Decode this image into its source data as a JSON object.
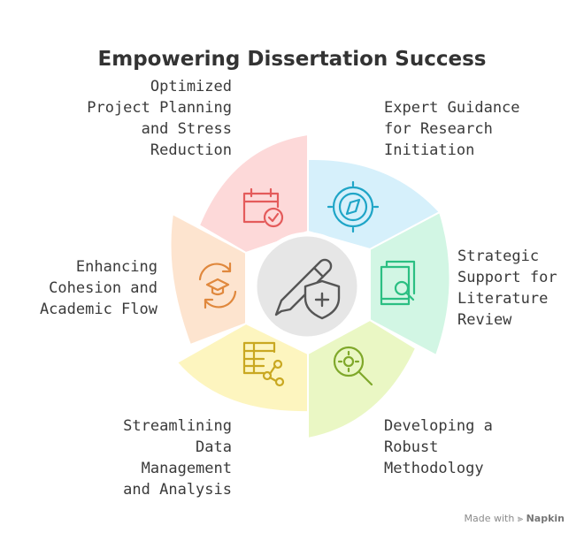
{
  "title": "Empowering Dissertation Success",
  "segments": [
    {
      "label": "Expert Guidance\nfor Research\nInitiation",
      "icon": "compass-icon",
      "fill": "#d6f0fb",
      "stroke": "#1fa5c7"
    },
    {
      "label": "Strategic\nSupport for\nLiterature\nReview",
      "icon": "book-search-icon",
      "fill": "#d2f6e4",
      "stroke": "#2bbf82"
    },
    {
      "label": "Developing a\nRobust\nMethodology",
      "icon": "magnifier-gear-icon",
      "fill": "#eaf7c4",
      "stroke": "#7fa82a"
    },
    {
      "label": "Streamlining\nData\nManagement\nand Analysis",
      "icon": "table-share-icon",
      "fill": "#fdf5bf",
      "stroke": "#c9a821"
    },
    {
      "label": "Enhancing\nCohesion and\nAcademic Flow",
      "icon": "cap-cycle-icon",
      "fill": "#fde4cf",
      "stroke": "#e0883d"
    },
    {
      "label": "Optimized\nProject Planning\nand Stress\nReduction",
      "icon": "calendar-check-icon",
      "fill": "#fdd9d9",
      "stroke": "#e45b5b"
    }
  ],
  "center_icon": "pencil-shield-icon",
  "footer": {
    "made_with": "Made with",
    "brand": "Napkin"
  }
}
